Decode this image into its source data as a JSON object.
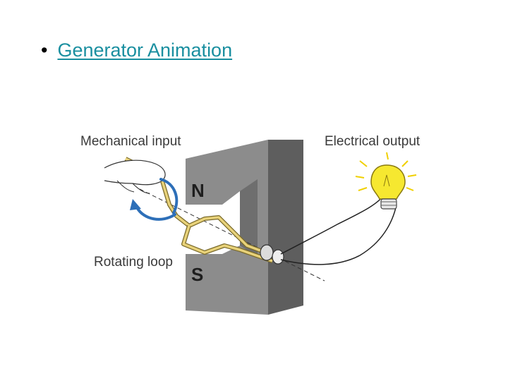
{
  "slide": {
    "bullet": "•",
    "link_text": "Generator Animation",
    "link_color": "#1a8fa0"
  },
  "diagram": {
    "label_mechanical": "Mechanical input",
    "label_electrical": "Electrical output",
    "label_rotating": "Rotating loop",
    "pole_north": "N",
    "pole_south": "S",
    "colors": {
      "magnet_front": "#8c8c8c",
      "magnet_dark": "#5e5e5e",
      "magnet_light": "#b4b4b4",
      "loop_wire": "#e8d27a",
      "bulb": "#f6e830",
      "rotation_arrow": "#2d6fb8"
    }
  }
}
